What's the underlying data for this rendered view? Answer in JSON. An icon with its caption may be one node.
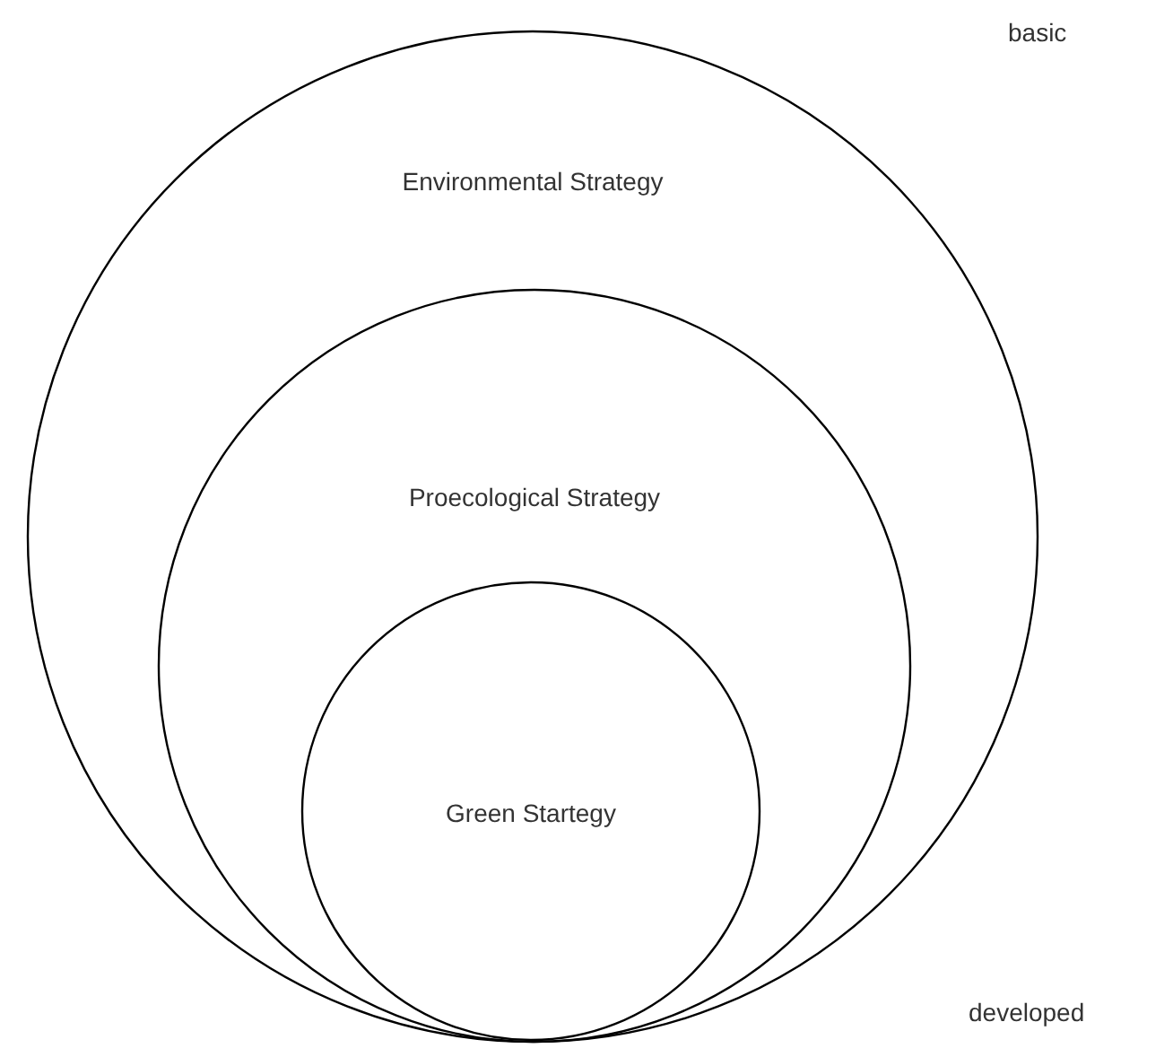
{
  "diagram": {
    "nodes": [
      {
        "text": [
          "Environmental Strategy"
        ]
      },
      {
        "text": [
          "Proecological Strategy"
        ],
        "in": 0
      },
      {
        "text": [
          "Green Startegy"
        ],
        "in": 1
      }
    ],
    "labels": [
      "basic",
      "developed"
    ]
  }
}
